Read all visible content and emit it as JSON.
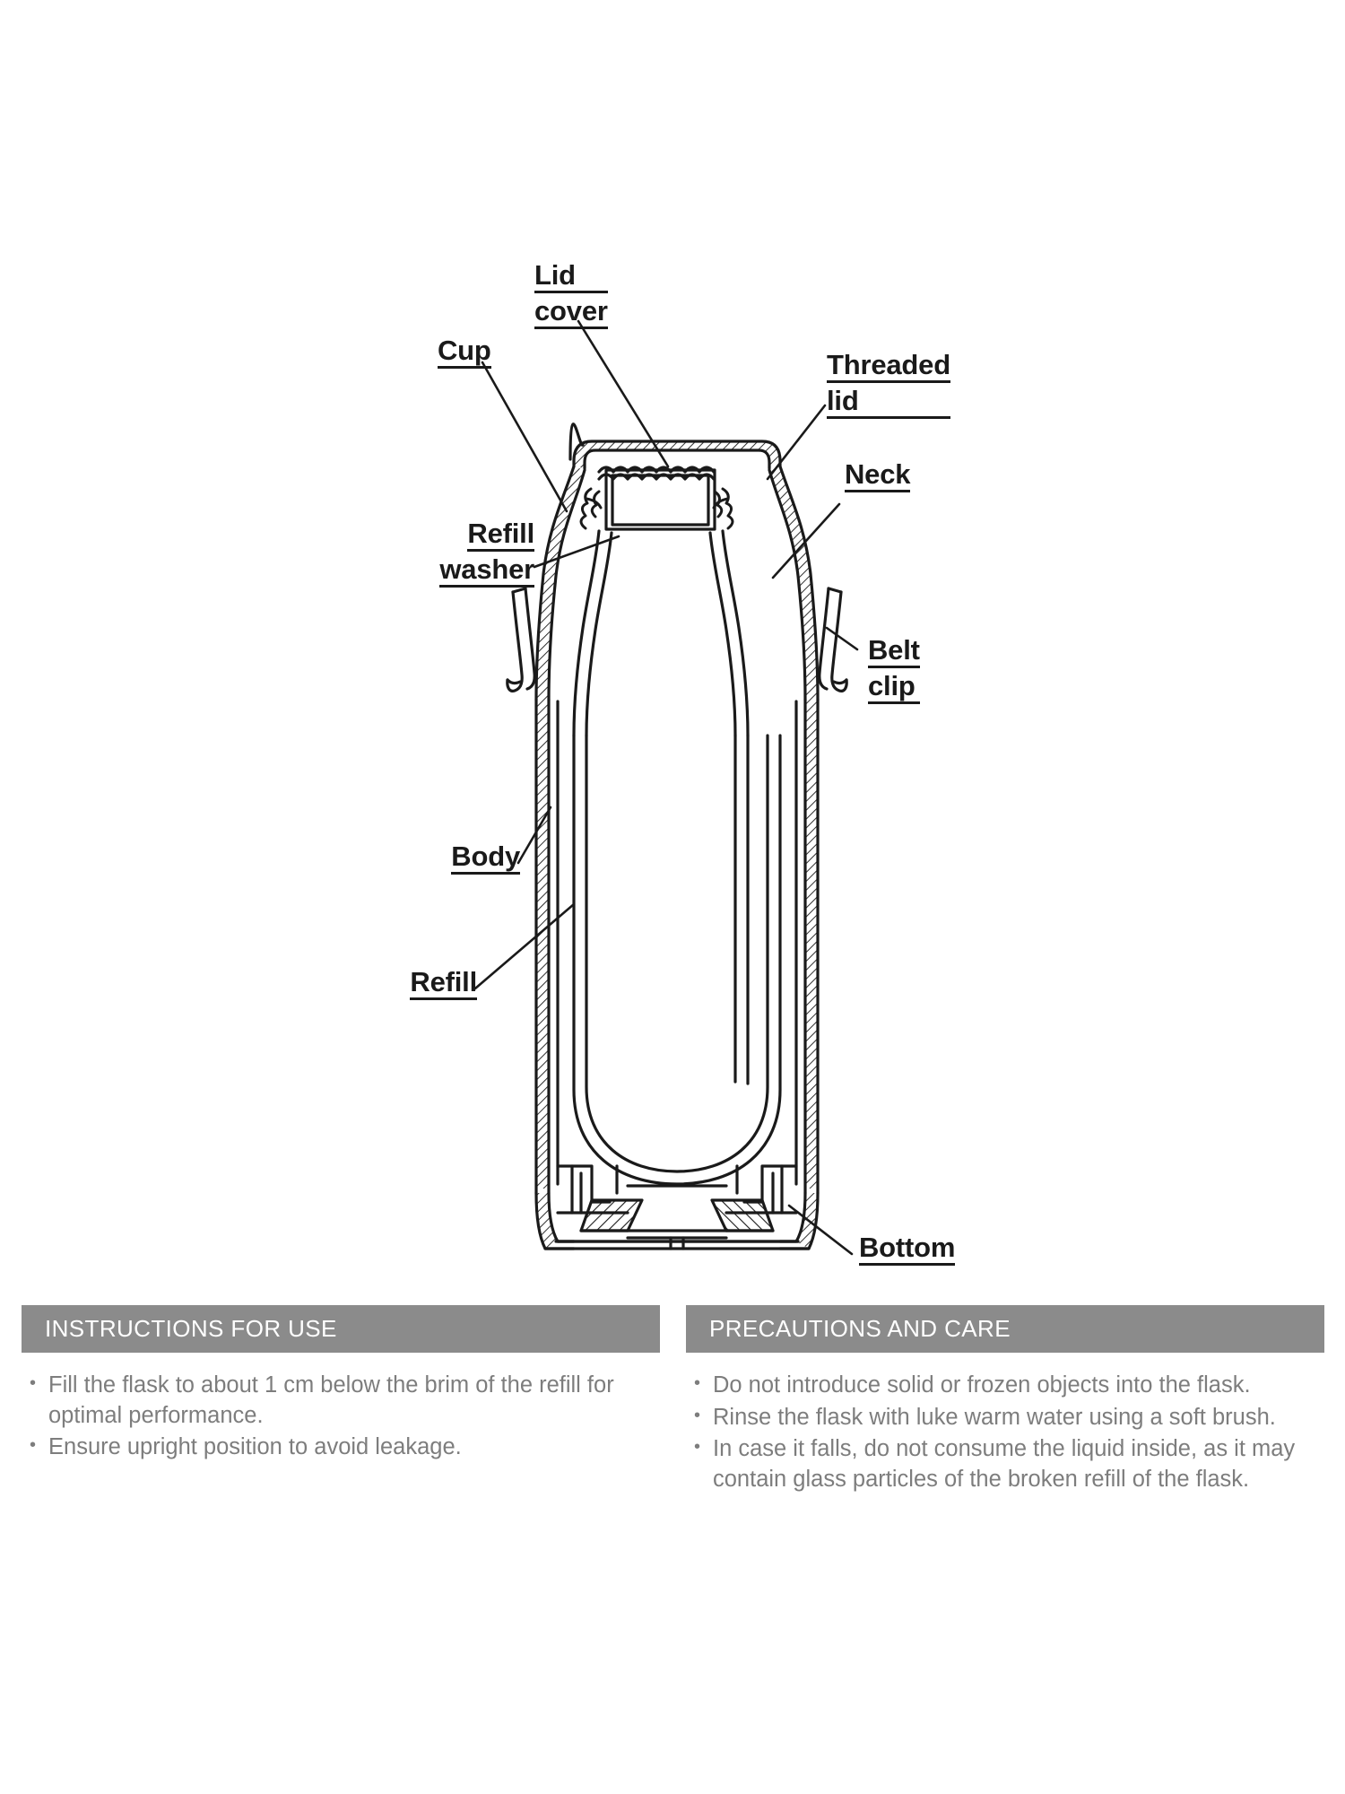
{
  "diagram": {
    "name": "vacuum-flask-cross-section",
    "callouts": [
      {
        "id": "lid-cover",
        "lines": [
          "Lid",
          "cover"
        ],
        "align": "left"
      },
      {
        "id": "cup",
        "lines": [
          "Cup"
        ],
        "align": "left"
      },
      {
        "id": "threaded-lid",
        "lines": [
          "Threaded",
          "lid"
        ],
        "align": "left"
      },
      {
        "id": "neck",
        "lines": [
          "Neck"
        ],
        "align": "left"
      },
      {
        "id": "refill-washer",
        "lines": [
          "Refill",
          "washer"
        ],
        "align": "right"
      },
      {
        "id": "belt-clip",
        "lines": [
          "Belt",
          "clip"
        ],
        "align": "left"
      },
      {
        "id": "body",
        "lines": [
          "Body"
        ],
        "align": "right"
      },
      {
        "id": "refill",
        "lines": [
          "Refill"
        ],
        "align": "right"
      },
      {
        "id": "bottom",
        "lines": [
          "Bottom"
        ],
        "align": "left"
      }
    ],
    "labels": {
      "lid_cover_1": "Lid",
      "lid_cover_2": "cover",
      "cup": "Cup",
      "threaded_lid_1": "Threaded",
      "threaded_lid_2": "lid",
      "neck": "Neck",
      "refill_washer_1": "Refill",
      "refill_washer_2": "washer",
      "belt_clip_1": "Belt",
      "belt_clip_2": "clip",
      "body": "Body",
      "refill": "Refill",
      "bottom": "Bottom"
    }
  },
  "panels": {
    "instructions": {
      "title": "INSTRUCTIONS FOR USE",
      "items": [
        "Fill the flask to about 1 cm below the brim of the refill for optimal performance.",
        "Ensure upright position to avoid leakage."
      ]
    },
    "precautions": {
      "title": "PRECAUTIONS AND CARE",
      "items": [
        "Do not introduce solid or frozen objects into the flask.",
        "Rinse the flask with luke warm water using a soft brush.",
        "In case it falls, do not consume the liquid inside, as it may contain glass particles of the broken refill of the flask."
      ]
    }
  },
  "colors": {
    "header_bg": "#8b8b8b",
    "header_text": "#ffffff",
    "body_text": "#7d7d7d",
    "label_text": "#1a1a1a",
    "line": "#1a1a1a",
    "page_bg": "#ffffff"
  }
}
